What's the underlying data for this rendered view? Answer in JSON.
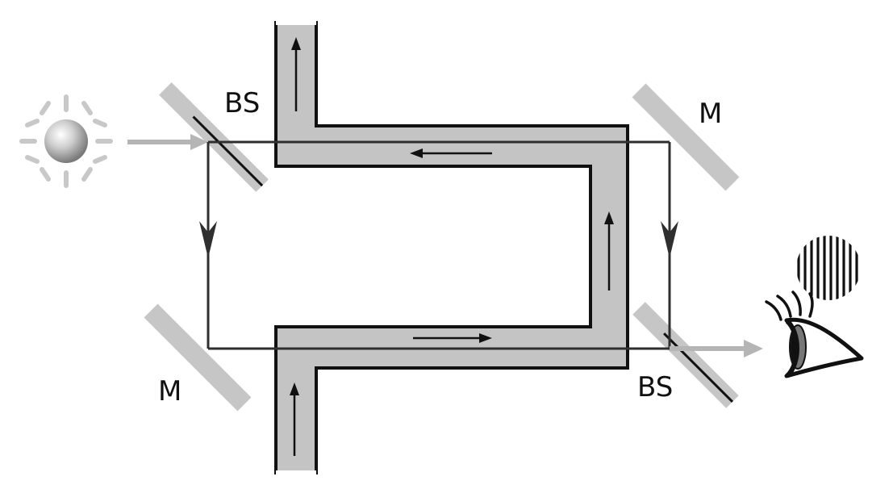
{
  "labels": {
    "beam_splitter_top": "BS",
    "mirror_top": "M",
    "mirror_bottom": "M",
    "beam_splitter_bottom": "BS"
  },
  "icons": {
    "light_source": "sun-lamp-icon",
    "fringe_pattern": "interference-fringes-icon",
    "observer": "eye-icon"
  },
  "colors": {
    "beam": "#2f2f2f",
    "input_beam": "#b5b5b5",
    "output_beam": "#b5b5b5",
    "optic": "#c6c6c6",
    "flow_tube": "#c4c4c4",
    "flow_tube_outline": "#111111",
    "arrow": "#111111"
  }
}
